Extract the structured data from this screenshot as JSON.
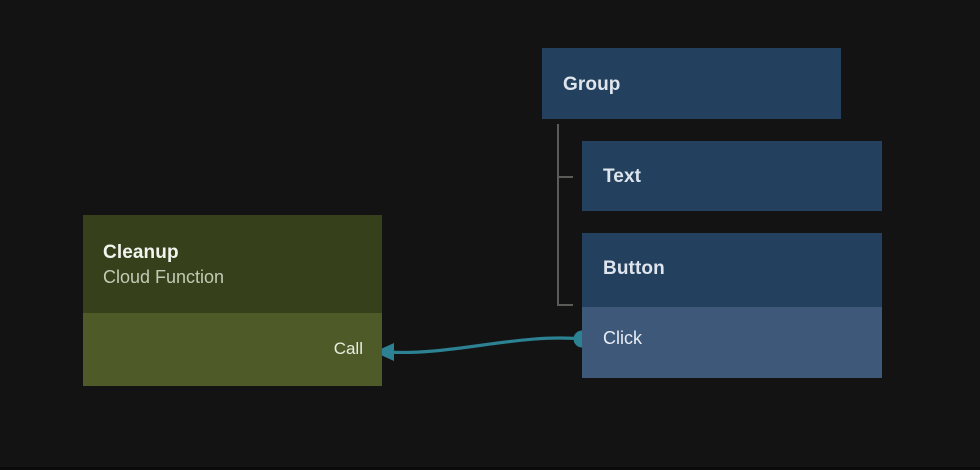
{
  "canvas": {
    "background_color": "#131313",
    "title": "node-graph-canvas"
  },
  "nodes": [
    {
      "id": "cleanup-function",
      "kind": "cloud-function",
      "title": "Cleanup",
      "subtitle": "Cloud Function",
      "header_color": "#36411c",
      "body_color": "#4e5b29",
      "ports": [
        {
          "name": "Call",
          "direction": "in"
        }
      ]
    },
    {
      "id": "group",
      "kind": "ui-container",
      "title": "Group",
      "color": "#23405e"
    },
    {
      "id": "text",
      "kind": "ui-element",
      "title": "Text",
      "color": "#23405e"
    },
    {
      "id": "button",
      "kind": "ui-element",
      "title": "Button",
      "color": "#23405e",
      "port_row_color": "#3e587a",
      "ports": [
        {
          "name": "Click",
          "direction": "out"
        }
      ]
    }
  ],
  "edges": [
    {
      "from": "button.Click",
      "to": "cleanup-function.Call",
      "color": "#2c8193",
      "arrow": "left"
    }
  ],
  "tree": {
    "parent": "Group",
    "children": [
      "Text",
      "Button"
    ],
    "line_color": "#5b5b57"
  },
  "labels": {
    "cleanup_title": "Cleanup",
    "cleanup_subtitle": "Cloud Function",
    "call_port": "Call",
    "group_title": "Group",
    "text_title": "Text",
    "button_title": "Button",
    "click_port": "Click"
  }
}
